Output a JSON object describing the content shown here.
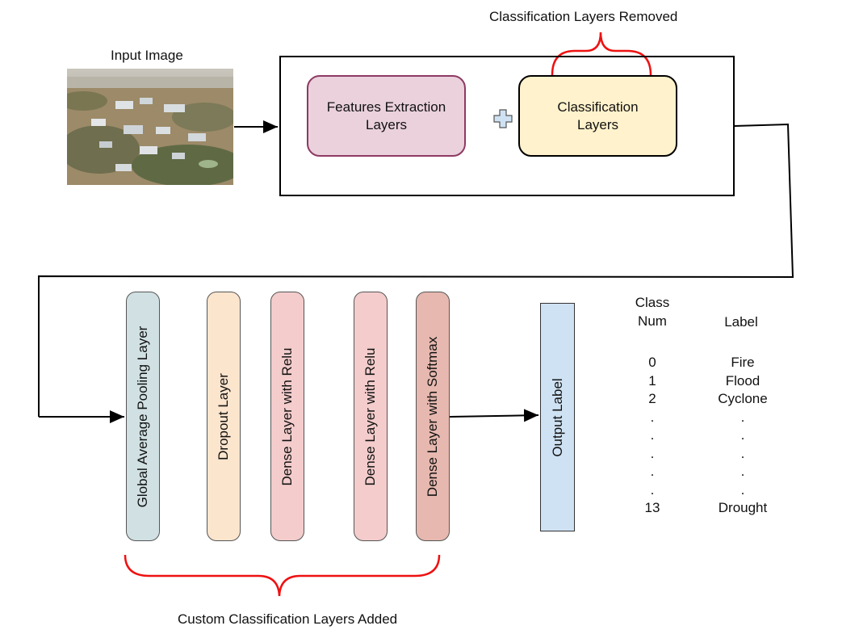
{
  "title_top": "Classification Layers Removed",
  "input_label": "Input Image",
  "feature_block": "Features Extraction Layers",
  "classification_block": "Classification Layers",
  "layers": [
    {
      "label": "Global Average Pooling Layer",
      "color": "#d0e0e3"
    },
    {
      "label": "Dropout Layer",
      "color": "#fce5cd"
    },
    {
      "label": "Dense Layer with Relu",
      "color": "#f4cccc"
    },
    {
      "label": "Dense Layer with Relu",
      "color": "#f4cccc"
    },
    {
      "label": "Dense Layer with Softmax",
      "color": "#e6b8af"
    }
  ],
  "output_label": "Output Label",
  "table": {
    "class_header_line1": "Class",
    "class_header_line2": "Num",
    "label_header": "Label",
    "class_nums": [
      "0",
      "1",
      "2",
      ".",
      ".",
      ".",
      ".",
      ".",
      "13"
    ],
    "labels": [
      "Fire",
      "Flood",
      "Cyclone",
      ".",
      ".",
      ".",
      ".",
      ".",
      "Drought"
    ]
  },
  "bottom_caption": "Custom Classification Layers Added",
  "colors": {
    "accent_red": "#ee1111",
    "plus_blue": "#cfe2f3"
  }
}
